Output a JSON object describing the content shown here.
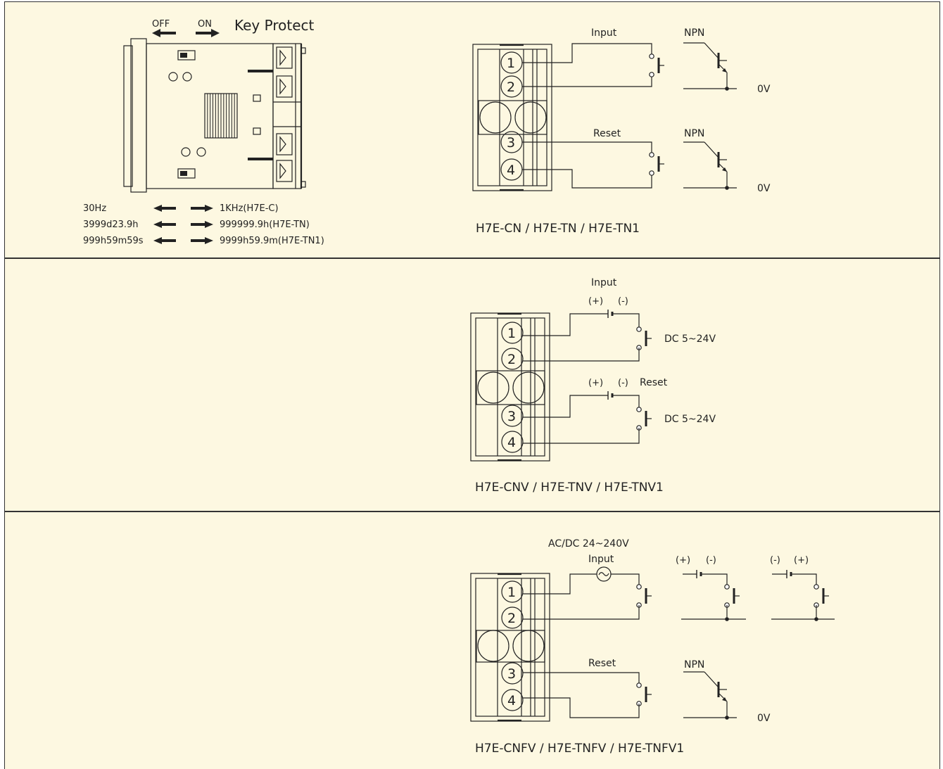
{
  "key_protect": {
    "off": "OFF",
    "on": "ON",
    "title": "Key Protect",
    "rows": [
      {
        "off": "30Hz",
        "on": "1KHz(H7E-C)"
      },
      {
        "off": "3999d23.9h",
        "on": "999999.9h(H7E-TN)"
      },
      {
        "off": "999h59m59s",
        "on": "9999h59.9m(H7E-TN1)"
      }
    ]
  },
  "terminals": [
    "1",
    "2",
    "3",
    "4"
  ],
  "panel1": {
    "input": "Input",
    "reset": "Reset",
    "npn": "NPN",
    "zero_v": "0V",
    "caption": "H7E-CN / H7E-TN / H7E-TN1"
  },
  "panel2": {
    "input": "Input",
    "plus": "(+)",
    "minus": "(-)",
    "dc": "DC 5~24V",
    "reset": "Reset",
    "caption": "H7E-CNV / H7E-TNV / H7E-TNV1"
  },
  "panel3": {
    "acdc": "AC/DC 24~240V",
    "input": "Input",
    "plus": "(+)",
    "minus": "(-)",
    "reset": "Reset",
    "npn": "NPN",
    "zero_v": "0V",
    "caption": "H7E-CNFV / H7E-TNFV / H7E-TNFV1"
  }
}
